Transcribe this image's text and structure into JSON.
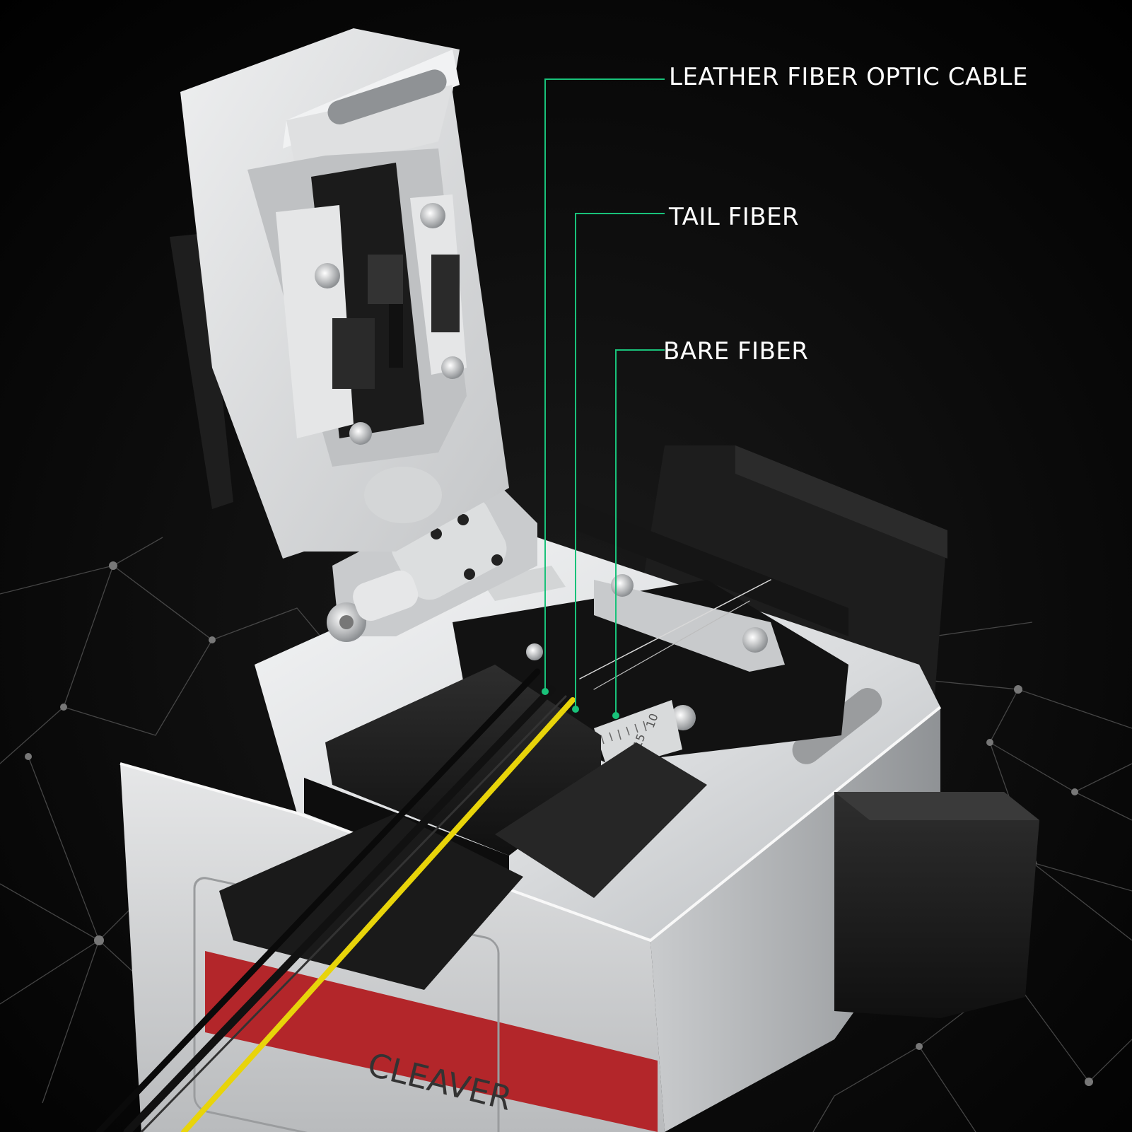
{
  "callouts": {
    "leather": "LEATHER FIBER OPTIC CABLE",
    "tail": "TAIL FIBER",
    "bare": "BARE FIBER"
  },
  "product_marking": "CLEAVER",
  "scale_marks": [
    "10",
    "15"
  ],
  "colors": {
    "background": "#000000",
    "callout_line": "#19c27a",
    "callout_text": "#ffffff",
    "body_silver": "#d6d8da",
    "dark_parts": "#1c1c1c",
    "brand_red": "#b3262a",
    "fiber_yellow": "#e8d40a"
  },
  "icons": [
    "network-mesh-background",
    "screw-icon",
    "fiber-optic-cleaver"
  ]
}
